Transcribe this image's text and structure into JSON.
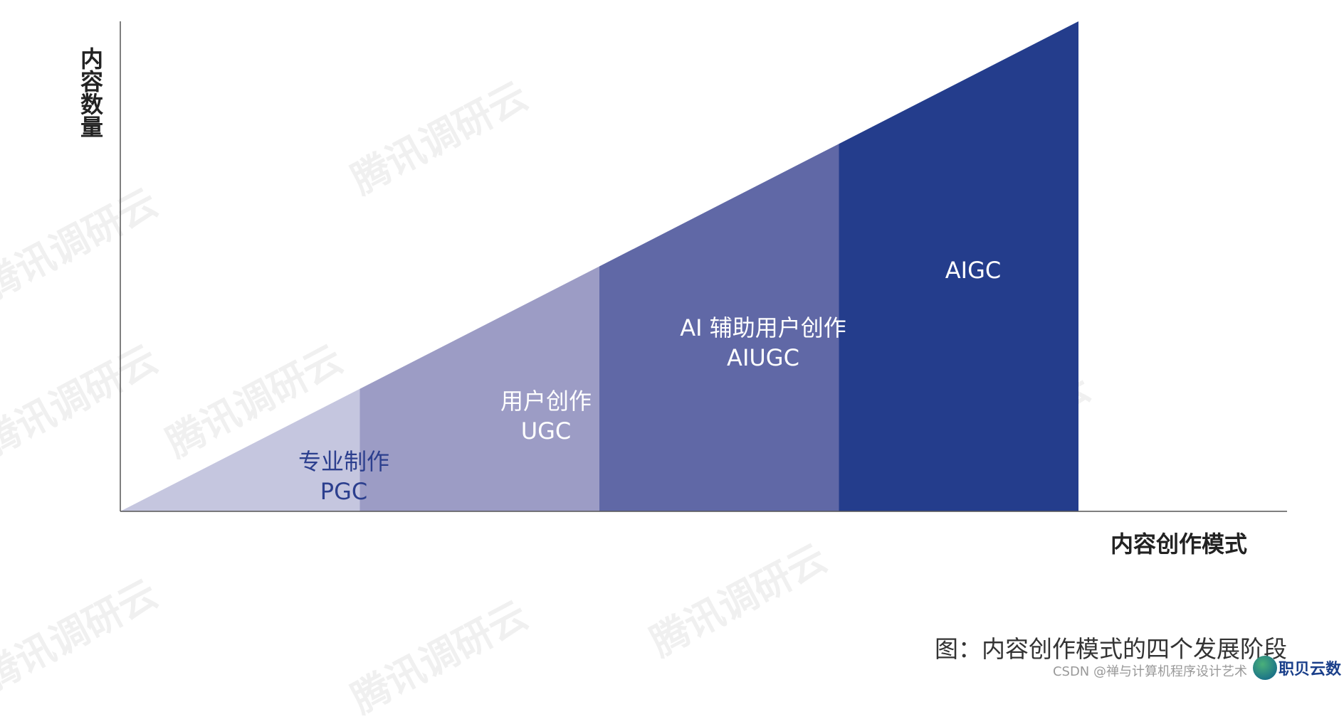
{
  "axes": {
    "y_label": "内容数量",
    "x_label": "内容创作模式"
  },
  "stages": [
    {
      "name": "专业制作",
      "abbr": "PGC",
      "color": "#c5c6df",
      "text_color": "#2c3f8e"
    },
    {
      "name": "用户创作",
      "abbr": "UGC",
      "color": "#9c9cc5",
      "text_color": "#ffffff"
    },
    {
      "name": "AI 辅助用户创作",
      "abbr": "AIUGC",
      "color": "#6068a6",
      "text_color": "#ffffff"
    },
    {
      "name": "",
      "abbr": "AIGC",
      "color": "#243d8c",
      "text_color": "#ffffff"
    }
  ],
  "caption": "图：内容创作模式的四个发展阶段",
  "watermark": "腾讯调研云",
  "source_credit": "CSDN @禅与计算机程序设计艺术",
  "logo_text": "职贝云数"
}
